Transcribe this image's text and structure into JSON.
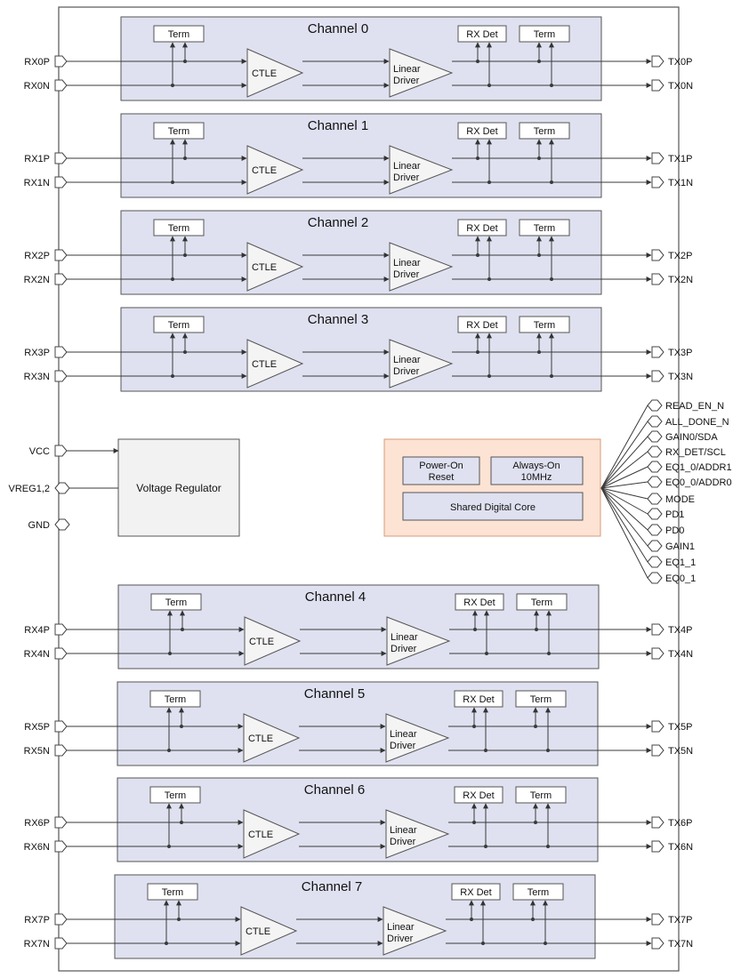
{
  "blocks": {
    "term": "Term",
    "rx_det": "RX Det",
    "ctle": "CTLE",
    "driver_line1": "Linear",
    "driver_line2": "Driver",
    "voltage_regulator": "Voltage Regulator",
    "power_on_line1": "Power-On",
    "power_on_line2": "Reset",
    "always_on_line1": "Always-On",
    "always_on_line2": "10MHz",
    "shared_digital_core": "Shared Digital Core"
  },
  "channels": [
    {
      "title": "Channel 0",
      "rx_p": "RX0P",
      "rx_n": "RX0N",
      "tx_p": "TX0P",
      "tx_n": "TX0N"
    },
    {
      "title": "Channel 1",
      "rx_p": "RX1P",
      "rx_n": "RX1N",
      "tx_p": "TX1P",
      "tx_n": "TX1N"
    },
    {
      "title": "Channel 2",
      "rx_p": "RX2P",
      "rx_n": "RX2N",
      "tx_p": "TX2P",
      "tx_n": "TX2N"
    },
    {
      "title": "Channel 3",
      "rx_p": "RX3P",
      "rx_n": "RX3N",
      "tx_p": "TX3P",
      "tx_n": "TX3N"
    },
    {
      "title": "Channel 4",
      "rx_p": "RX4P",
      "rx_n": "RX4N",
      "tx_p": "TX4P",
      "tx_n": "TX4N"
    },
    {
      "title": "Channel 5",
      "rx_p": "RX5P",
      "rx_n": "RX5N",
      "tx_p": "TX5P",
      "tx_n": "TX5N"
    },
    {
      "title": "Channel 6",
      "rx_p": "RX6P",
      "rx_n": "RX6N",
      "tx_p": "TX6P",
      "tx_n": "TX6N"
    },
    {
      "title": "Channel 7",
      "rx_p": "RX7P",
      "rx_n": "RX7N",
      "tx_p": "TX7P",
      "tx_n": "TX7N"
    }
  ],
  "power_pins": [
    "VCC",
    "VREG1,2",
    "GND"
  ],
  "control_pins": [
    "READ_EN_N",
    "ALL_DONE_N",
    "GAIN0/SDA",
    "RX_DET/SCL",
    "EQ1_0/ADDR1",
    "EQ0_0/ADDR0",
    "MODE",
    "PD1",
    "PD0",
    "GAIN1",
    "EQ1_1",
    "EQ0_1"
  ],
  "colors": {
    "channel_fill": "#dfe1f0",
    "block_fill": "#ffffff",
    "core_fill": "#fde3d3",
    "core_border": "#d89a78",
    "core_inner_fill": "#dfe1f0",
    "regulator_fill": "#f2f2f2",
    "line": "#3a3a3a"
  }
}
